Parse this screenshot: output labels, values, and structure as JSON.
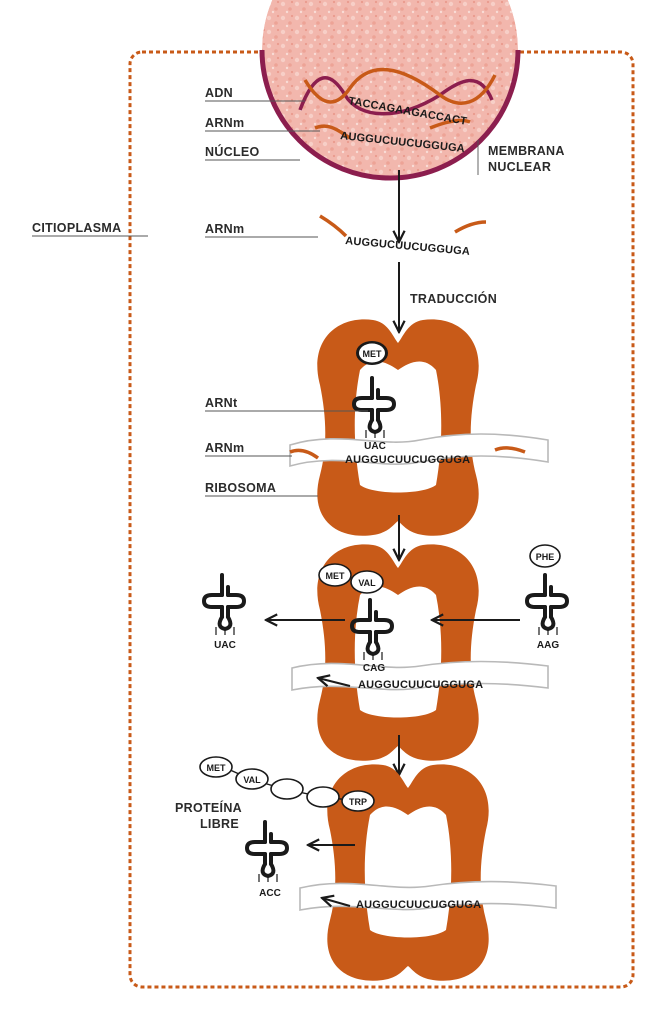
{
  "labels": {
    "adn": "ADN",
    "arnm_nucleus": "ARNm",
    "nucleo": "NÚCLEO",
    "membrana_line1": "MEMBRANA",
    "membrana_line2": "NUCLEAR",
    "citoplasma": "CITIOPLASMA",
    "arnm_cytoplasm": "ARNm",
    "traduccion": "TRADUCCIÓN",
    "arnt": "ARNt",
    "arnm_ribosome": "ARNm",
    "ribosoma": "RIBOSOMA",
    "proteina_line1": "PROTEÍNA",
    "proteina_line2": "LIBRE"
  },
  "sequences": {
    "dna_template": "TACCAGAAGACCACT",
    "mrna": "AUGGUCUUCUGGUGA"
  },
  "anticodons": {
    "met_trna": "UAC",
    "val_trna": "CAG",
    "phe_trna": "AAG",
    "released_1": "UAC",
    "released_2": "ACC"
  },
  "amino_acids": {
    "met": "MET",
    "val": "VAL",
    "phe": "PHE",
    "trp": "TRP"
  },
  "colors": {
    "ribosome": "#c85a18",
    "nucleus_fill": "#f2b7ad",
    "nucleus_membrane": "#8c1e4e",
    "dna_strand_a": "#8c1e4e",
    "dna_strand_b": "#c85a18",
    "cell_border": "#c85a18"
  }
}
